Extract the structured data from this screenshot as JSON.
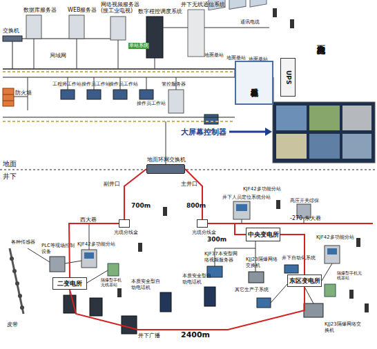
{
  "diagram": {
    "nodes": [
      {
        "text": [
          "服务器机柜"
        ]
      },
      {
        "text": [
          "UPS"
        ]
      },
      {
        "text": [
          "地面环网交换机"
        ]
      },
      {
        "text": [
          "光缆分线盒"
        ]
      },
      {
        "text": [
          "光缆分线盒"
        ]
      },
      {
        "text": [
          "中央变电所"
        ]
      },
      {
        "text": [
          "二变电所"
        ]
      },
      {
        "text": [
          "东区变电所"
        ]
      }
    ],
    "edges": [
      {
        "from": 2,
        "to": 3,
        "arrow": "none",
        "label": "700m"
      },
      {
        "from": 2,
        "to": 4,
        "arrow": "none",
        "label": "800m"
      },
      {
        "from": 3,
        "to": 6,
        "arrow": "none"
      },
      {
        "from": 4,
        "to": 5,
        "arrow": "none",
        "label": "300m"
      },
      {
        "from": 6,
        "to": 7,
        "arrow": "none",
        "label": "2400m"
      },
      {
        "from": 5,
        "to": 7,
        "arrow": "none"
      }
    ],
    "labels": [
      "交换机",
      "数据库服务器",
      "WEB服务器",
      "网络视频服务器 (接工业电视)",
      "单站系统",
      "数字程控调度系统",
      "井下无线通信系统",
      "通讯电缆",
      "地面基站",
      "地面基站",
      "地面基站",
      "局域网",
      "防火墙",
      "工程师工作站",
      "操作员工作站",
      "操作员工作站",
      "操作员工作站",
      "管控服务器",
      "地面主控机房",
      "大屏幕控制器",
      "地面",
      "井下",
      "副井口",
      "主井口",
      "西大巷",
      "井下人员定位系统分站",
      "KJF42多功能分站",
      "高压开关综保",
      "-270 东大巷",
      "KJF37本安型网络视频服务器",
      "KJJ23隔爆网络交换机",
      "井下自动化系统",
      "KJF42多功能分站",
      "各种传感器",
      "PLC等现场控制设备",
      "KJF42多功能分站",
      "皮带",
      "隔爆型手机无线基站",
      "本质安全型自动电话机",
      "本质安全型自动电话机",
      "井下广播",
      "其它生产子系统",
      "隔爆型手机无线基站",
      "KJJ23隔爆网络交换机"
    ]
  }
}
